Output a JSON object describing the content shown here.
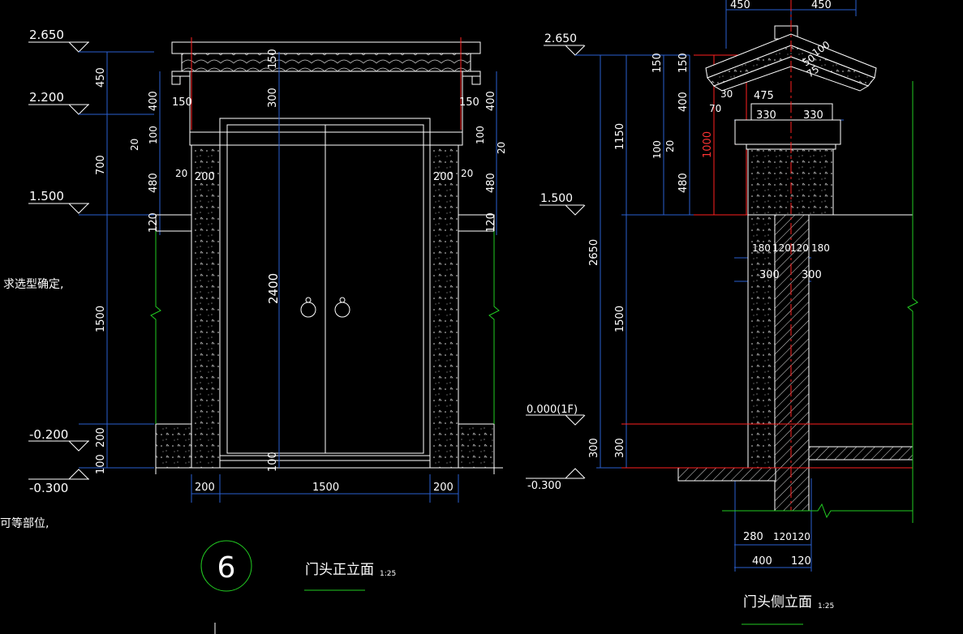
{
  "levels_front": {
    "l2650": "2.650",
    "l2200": "2.200",
    "l1500": "1.500",
    "lm0200": "-0.200",
    "lm0300": "-0.300"
  },
  "front_dims_left": {
    "d450": "450",
    "d700": "700",
    "d1500": "1500",
    "d200": "200",
    "d100": "100",
    "d400": "400",
    "d100b": "100",
    "d20": "20",
    "d480": "480",
    "d120": "120"
  },
  "front_dims_inner": {
    "d150_top": "150",
    "d300": "300",
    "d2400": "2400",
    "d100_bot": "100",
    "d150_l": "150",
    "d150_r": "150",
    "d20_l": "20",
    "d200_l": "200",
    "d200_r": "200",
    "d20_r": "20"
  },
  "front_dims_right": {
    "d400": "400",
    "d100": "100",
    "d20": "20",
    "d480": "480",
    "d120": "120"
  },
  "front_dims_bottom": {
    "d200_l": "200",
    "d1500": "1500",
    "d200_r": "200"
  },
  "left_notes": {
    "note1": "求选型确定,",
    "note2": "可等部位,"
  },
  "drawing_titles": {
    "number": "6",
    "front_title": "门头正立面",
    "front_scale": "1:25",
    "side_title": "门头侧立面",
    "side_scale": "1:25"
  },
  "levels_side": {
    "l2650": "2.650",
    "l1500": "1.500",
    "l0000": "0.000(1F)",
    "lm0300": "-0.300"
  },
  "side_dims": {
    "top_450a": "450",
    "top_450b": "450",
    "d2650": "2650",
    "d1150": "1150",
    "d1500": "1500",
    "d300a": "300",
    "d300b": "300",
    "d150a": "150",
    "d150b": "150",
    "d400": "400",
    "d100": "100",
    "d20": "20",
    "d480": "480",
    "d1000": "1000",
    "d1150r": "1150",
    "d30": "30",
    "d70": "70",
    "d475": "475",
    "d50": "50",
    "d75": "75",
    "d100r": "100",
    "d330a": "330",
    "d330b": "330",
    "d180a": "180",
    "d120a": "120",
    "d120b": "120",
    "d180b": "180",
    "d300l": "300",
    "d300r": "300",
    "d280": "280",
    "d120c": "120",
    "d120d": "120",
    "d400b": "400",
    "d120e": "120"
  },
  "colors": {
    "background": "#000000",
    "dimension_line": "#2a5fd0",
    "lines": "#ffffff",
    "axis_red": "#ff2020",
    "level_line": "#22cc22"
  }
}
